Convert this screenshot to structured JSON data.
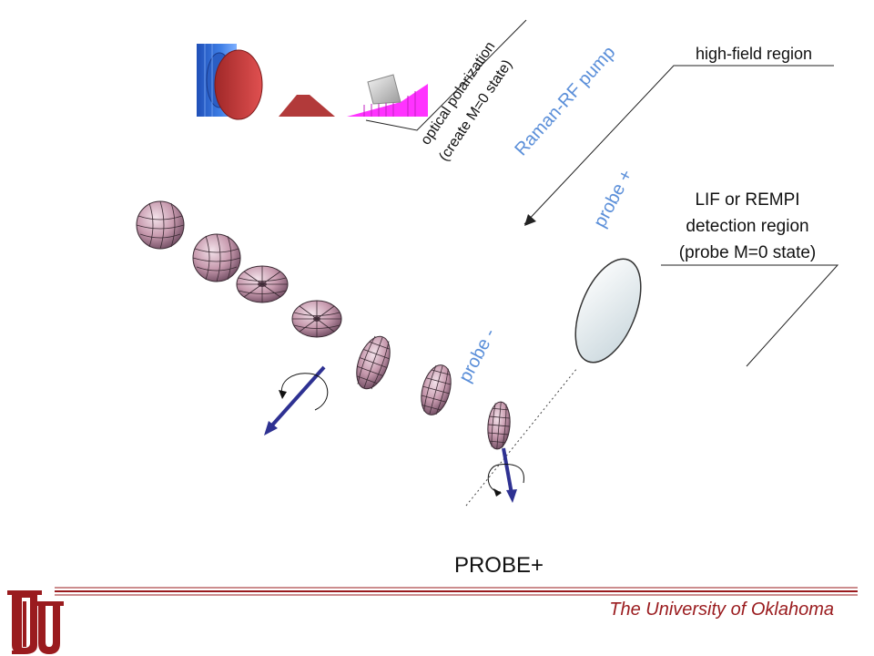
{
  "labels": {
    "optical_line1": "optical polarization",
    "optical_line2": "(create M=0 state)",
    "raman": "Raman-RF pump",
    "high_field": "high-field region",
    "probe_plus": "probe +",
    "lif_line1": "LIF or REMPI",
    "lif_line2": "detection region",
    "lif_line3": "(probe M=0 state)",
    "probe_minus": "probe -",
    "probe_big": "PROBE+"
  },
  "footer": {
    "university": "The University of Oklahoma",
    "logo_text": "OU"
  },
  "colors": {
    "label_blue": "#5b8fd9",
    "arrow_navy": "#2e3192",
    "footer_red": "#9a1b1e",
    "line_gray": "#555555",
    "ellipse_fill": "#e6eef2"
  },
  "icons": [
    "laser-optics-icon",
    "molecule-distribution-icon",
    "rotation-arrow-icon",
    "laser-beam-ellipse-icon",
    "ou-logo-icon"
  ]
}
